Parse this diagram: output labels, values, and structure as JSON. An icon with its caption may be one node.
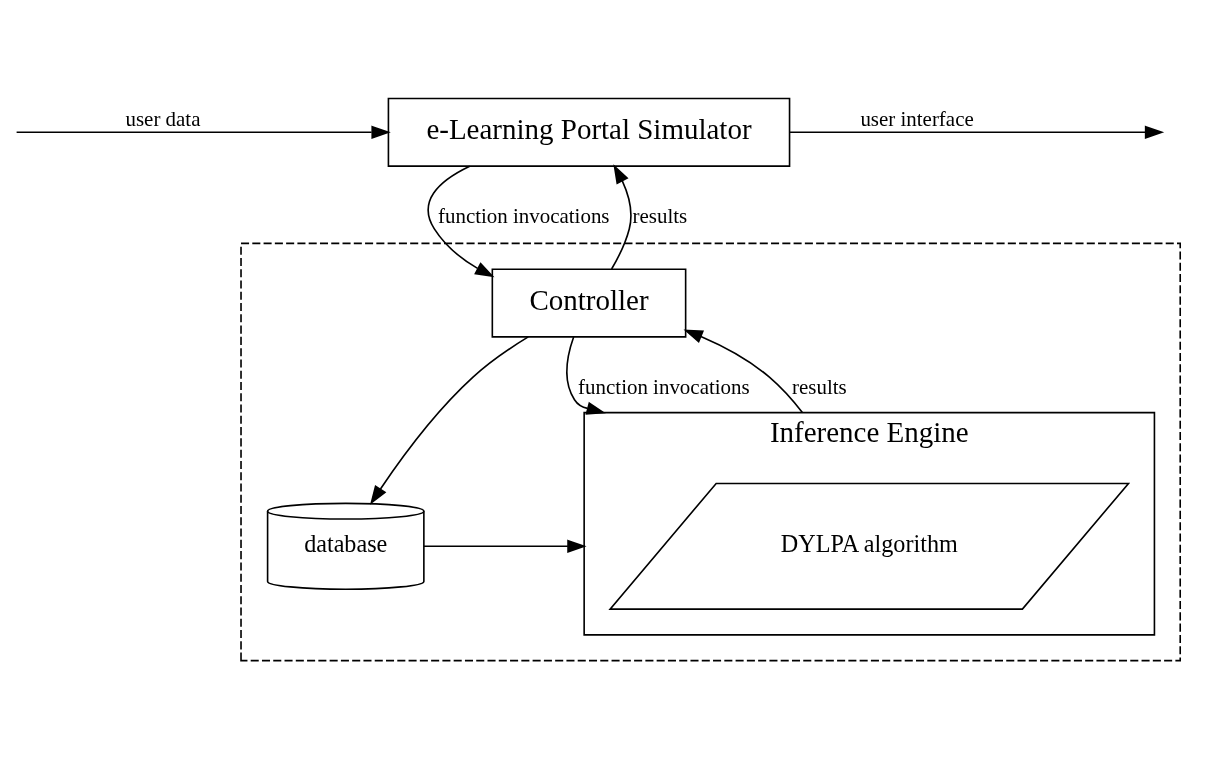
{
  "diagram": {
    "nodes": [
      {
        "text": [
          "e-Learning Portal Simulator"
        ]
      },
      {
        "text": [],
        "shape": "box"
      },
      {
        "text": [
          "Controller"
        ],
        "in": 1
      },
      {
        "text": [
          "database"
        ],
        "in": 1
      },
      {
        "text": [
          "Inference Engine"
        ],
        "in": 1
      },
      {
        "text": [
          "DYLPA algorithm"
        ],
        "in": 4
      }
    ],
    "edges": [
      {
        "from": null,
        "to": 0,
        "arrow": "to",
        "label": "user data"
      },
      {
        "from": 0,
        "to": null,
        "arrow": "to",
        "label": "user interface"
      },
      {
        "from": 0,
        "to": 2,
        "arrow": "to",
        "label": "function invocations"
      },
      {
        "from": 2,
        "to": 0,
        "arrow": "to",
        "label": "results"
      },
      {
        "from": 2,
        "to": 4,
        "arrow": "to",
        "label": "function invocations"
      },
      {
        "from": 4,
        "to": 2,
        "arrow": "to",
        "label": "results"
      },
      {
        "from": 2,
        "to": 3,
        "arrow": "to"
      },
      {
        "from": 3,
        "to": 4,
        "arrow": "to"
      }
    ]
  }
}
